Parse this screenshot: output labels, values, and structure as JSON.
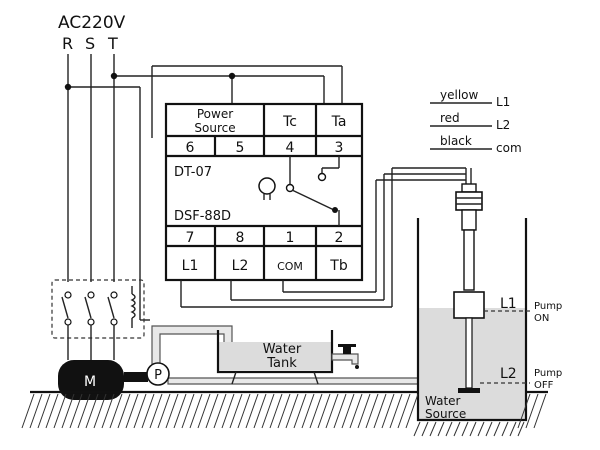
{
  "supply": {
    "title": "AC220V",
    "phases": [
      "R",
      "S",
      "T"
    ]
  },
  "controller": {
    "power_source_line1": "Power",
    "power_source_line2": "Source",
    "tc": "Tc",
    "ta": "Ta",
    "term_6": "6",
    "term_5": "5",
    "term_4": "4",
    "term_3": "3",
    "model_1": "DT-07",
    "model_2": "DSF-88D",
    "term_7": "7",
    "term_8": "8",
    "term_1": "1",
    "term_2": "2",
    "l1": "L1",
    "l2": "L2",
    "com": "COM",
    "tb": "Tb"
  },
  "legend": {
    "yellow": "yellow",
    "red": "red",
    "black": "black",
    "l1": "L1",
    "l2": "L2",
    "com": "com"
  },
  "motor": {
    "label": "M"
  },
  "pump": {
    "label": "P"
  },
  "tank": {
    "line1": "Water",
    "line2": "Tank"
  },
  "source": {
    "line1": "Water",
    "line2": "Source"
  },
  "levels": {
    "l1": "L1",
    "l2": "L2",
    "pump_on_1": "Pump",
    "pump_on_2": "ON",
    "pump_off_1": "Pump",
    "pump_off_2": "OFF"
  },
  "colors": {
    "line": "#111111",
    "water": "#dcdcdc",
    "pipe": "#e8e8e8"
  }
}
